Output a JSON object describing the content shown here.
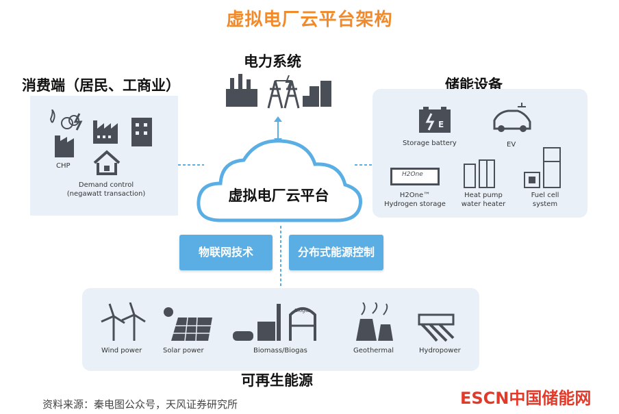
{
  "title": "虚拟电厂云平台架构",
  "cloud_label": "虚拟电厂云平台",
  "power_system": {
    "heading": "电力系统"
  },
  "consumer": {
    "heading": "消费端（居民、工商业）",
    "chp_label": "CHP",
    "demand_line1": "Demand control",
    "demand_line2": "(negawatt transaction)"
  },
  "storage": {
    "heading": "储能设备",
    "storage_battery": "Storage battery",
    "ev": "EV",
    "h2one_badge": "H2One",
    "h2one_line1": "H2One™",
    "h2one_line2": "Hydrogen storage",
    "heatpump_line1": "Heat pump",
    "heatpump_line2": "water heater",
    "fuelcell_line1": "Fuel cell",
    "fuelcell_line2": "system"
  },
  "technologies": {
    "iot": "物联网技术",
    "distributed": "分布式能源控制"
  },
  "renewable": {
    "heading": "可再生能源",
    "wind": "Wind power",
    "solar": "Solar power",
    "biomass": "Biomass/Biogas",
    "biogas_tag": "Biogas",
    "geothermal": "Geothermal",
    "hydro": "Hydropower"
  },
  "source_note": "资料来源：秦电图公众号，天风证券研究所",
  "watermark": "ESCN中国储能网",
  "colors": {
    "title": "#f08a2a",
    "accent_blue": "#5aaee3",
    "panel_bg": "#e9f0f7",
    "icon_dark": "#4a4f57",
    "watermark": "#e23a2a"
  }
}
